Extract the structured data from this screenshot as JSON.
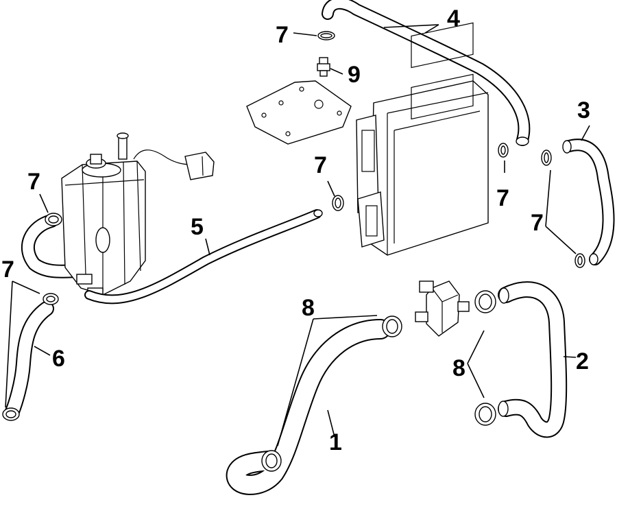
{
  "diagram": {
    "callouts": [
      {
        "id": "c1",
        "text": "1"
      },
      {
        "id": "c2",
        "text": "2"
      },
      {
        "id": "c3",
        "text": "3"
      },
      {
        "id": "c4",
        "text": "4"
      },
      {
        "id": "c5",
        "text": "5"
      },
      {
        "id": "c6",
        "text": "6"
      },
      {
        "id": "c7a",
        "text": "7"
      },
      {
        "id": "c7b",
        "text": "7"
      },
      {
        "id": "c7c",
        "text": "7"
      },
      {
        "id": "c7d",
        "text": "7"
      },
      {
        "id": "c7e",
        "text": "7"
      },
      {
        "id": "c7f",
        "text": "7"
      },
      {
        "id": "c8a",
        "text": "8"
      },
      {
        "id": "c8b",
        "text": "8"
      },
      {
        "id": "c9",
        "text": "9"
      }
    ]
  }
}
